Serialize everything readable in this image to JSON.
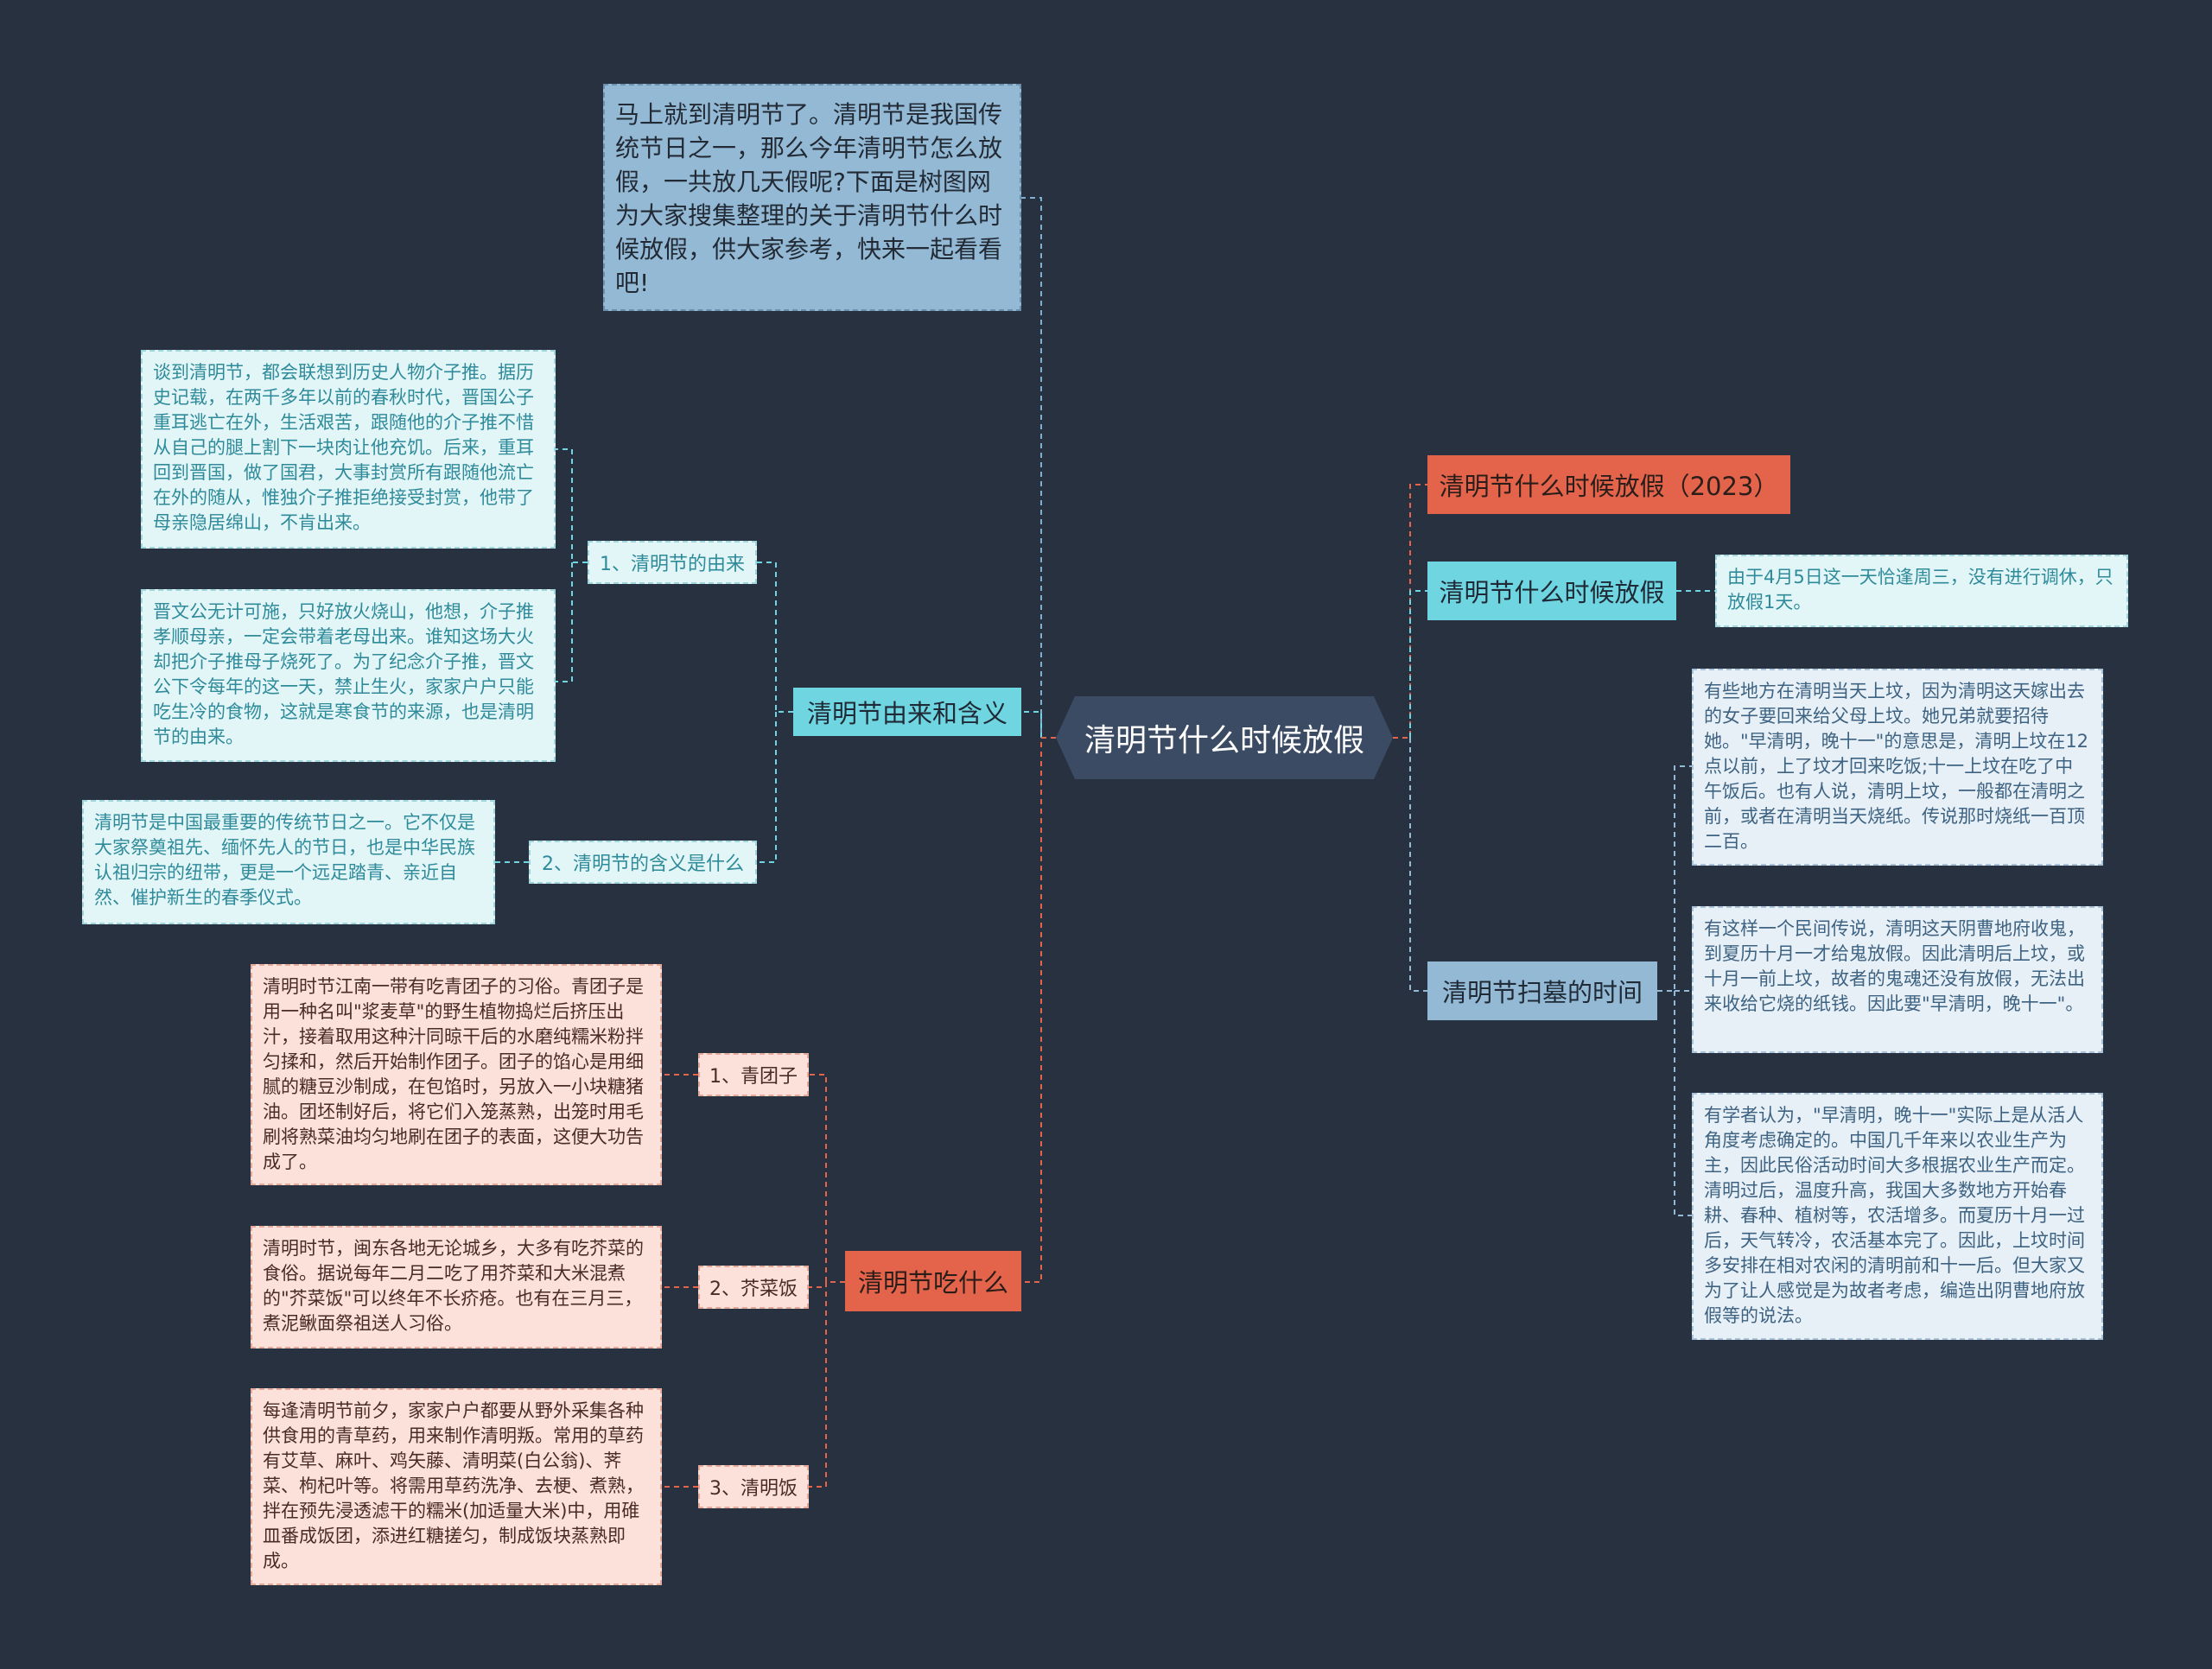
{
  "root": {
    "label": "清明节什么时候放假"
  },
  "intro": {
    "text": "马上就到清明节了。清明节是我国传统节日之一，那么今年清明节怎么放假，一共放几天假呢?下面是树图网为大家搜集整理的关于清明节什么时候放假，供大家参考，快来一起看看吧!"
  },
  "left": {
    "origin": {
      "label": "清明节由来和含义",
      "sub1": {
        "label": "1、清明节的由来",
        "leaves": [
          "谈到清明节，都会联想到历史人物介子推。据历史记载，在两千多年以前的春秋时代，晋国公子重耳逃亡在外，生活艰苦，跟随他的介子推不惜从自己的腿上割下一块肉让他充饥。后来，重耳回到晋国，做了国君，大事封赏所有跟随他流亡在外的随从，惟独介子推拒绝接受封赏，他带了母亲隐居绵山，不肯出来。",
          "晋文公无计可施，只好放火烧山，他想，介子推孝顺母亲，一定会带着老母出来。谁知这场大火却把介子推母子烧死了。为了纪念介子推，晋文公下令每年的这一天，禁止生火，家家户户只能吃生冷的食物，这就是寒食节的来源，也是清明节的由来。"
        ]
      },
      "sub2": {
        "label": "2、清明节的含义是什么",
        "leaf": "清明节是中国最重要的传统节日之一。它不仅是大家祭奠祖先、缅怀先人的节日，也是中华民族认祖归宗的纽带，更是一个远足踏青、亲近自然、催护新生的春季仪式。"
      }
    },
    "food": {
      "label": "清明节吃什么",
      "items": [
        {
          "label": "1、青团子",
          "leaf": "清明时节江南一带有吃青团子的习俗。青团子是用一种名叫\"浆麦草\"的野生植物捣烂后挤压出汁，接着取用这种汁同晾干后的水磨纯糯米粉拌匀揉和，然后开始制作团子。团子的馅心是用细腻的糖豆沙制成，在包馅时，另放入一小块糖猪油。团坯制好后，将它们入笼蒸熟，出笼时用毛刷将熟菜油均匀地刷在团子的表面，这便大功告成了。"
        },
        {
          "label": "2、芥菜饭",
          "leaf": "清明时节，闽东各地无论城乡，大多有吃芥菜的食俗。据说每年二月二吃了用芥菜和大米混煮的\"芥菜饭\"可以终年不长疥疮。也有在三月三，煮泥鳅面祭祖送人习俗。"
        },
        {
          "label": "3、清明饭",
          "leaf": "每逢清明节前夕，家家户户都要从野外采集各种供食用的青草药，用来制作清明叛。常用的草药有艾草、麻叶、鸡矢藤、清明菜(白公翁)、荠菜、枸杞叶等。将需用草药洗净、去梗、煮熟，拌在预先浸透滤干的糯米(加适量大米)中，用碓皿番成饭团，添进红糖搓匀，制成饭块蒸熟即成。"
        }
      ]
    }
  },
  "right": {
    "title2023": {
      "label": "清明节什么时候放假（2023）"
    },
    "holiday": {
      "label": "清明节什么时候放假",
      "leaf": "由于4月5日这一天恰逢周三，没有进行调休，只放假1天。"
    },
    "tomb": {
      "label": "清明节扫墓的时间",
      "leaves": [
        "有些地方在清明当天上坟，因为清明这天嫁出去的女子要回来给父母上坟。她兄弟就要招待她。\"早清明，晚十一\"的意思是，清明上坟在12点以前，上了坟才回来吃饭;十一上坟在吃了中午饭后。也有人说，清明上坟，一般都在清明之前，或者在清明当天烧纸。传说那时烧纸一百顶二百。",
        "有这样一个民间传说，清明这天阴曹地府收鬼，到夏历十月一才给鬼放假。因此清明后上坟，或十月一前上坟，故者的鬼魂还没有放假，无法出来收给它烧的纸钱。因此要\"早清明，晚十一\"。",
        "有学者认为，\"早清明，晚十一\"实际上是从活人角度考虑确定的。中国几千年来以农业生产为主，因此民俗活动时间大多根据农业生产而定。清明过后，温度升高，我国大多数地方开始春耕、春种、植树等，农活增多。而夏历十月一过后，天气转冷，农活基本完了。因此，上坟时间多安排在相对农闲的清明前和十一后。但大家又为了让人感觉是为故者考虑，编造出阴曹地府放假等的说法。"
      ]
    }
  },
  "colors": {
    "background": "#283140",
    "root": "#3a4b63",
    "cyan": "#6fd5e0",
    "red": "#e4644b",
    "blue": "#94b9d4"
  }
}
